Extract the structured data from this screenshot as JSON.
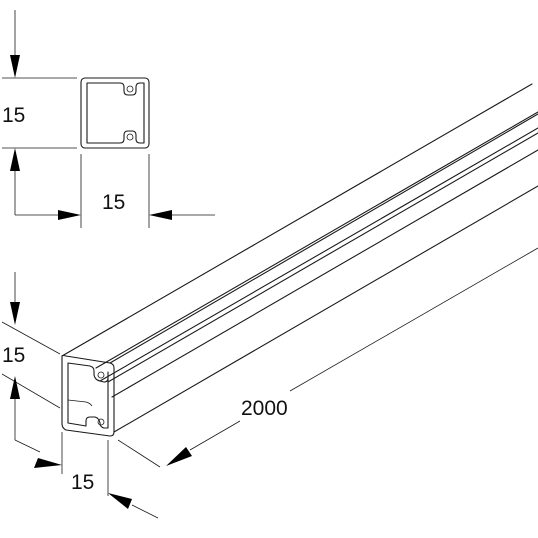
{
  "dimensions": {
    "section_height": "15",
    "section_width": "15",
    "profile_height": "15",
    "profile_width": "15",
    "length": "2000"
  },
  "colors": {
    "line": "#1a1a1a",
    "background": "#ffffff"
  }
}
